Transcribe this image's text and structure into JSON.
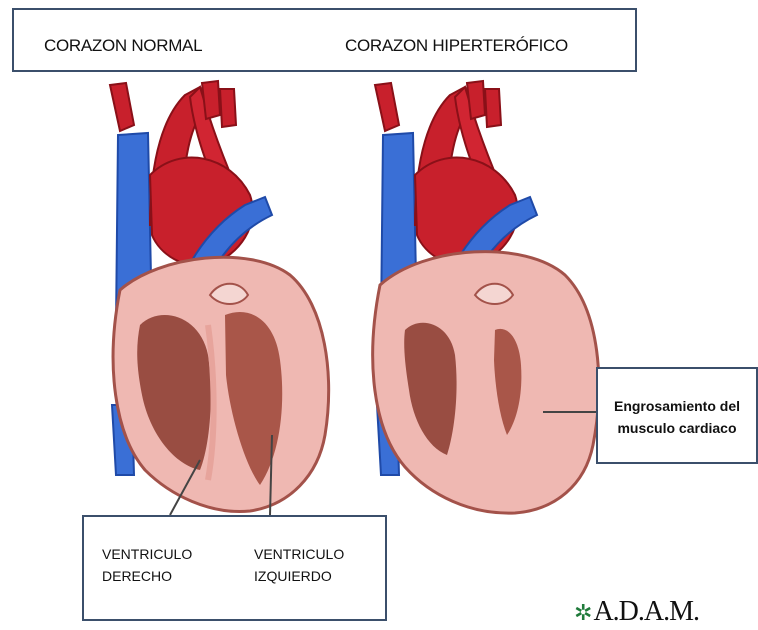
{
  "header": {
    "normal_label": "CORAZON NORMAL",
    "hypertrophic_label": "CORAZON HIPERTERÓFICO"
  },
  "callouts": {
    "thickening": "Engrosamiento del\nmusculo cardiaco",
    "right_ventricle": "VENTRICULO\nDERECHO",
    "left_ventricle": "VENTRICULO\nIZQUIERDO"
  },
  "logo": {
    "text": "A.D.A.M.",
    "icon": "adam-leaf-icon"
  },
  "colors": {
    "frame_border": "#3b4f6b",
    "vein_blue": "#3a6fd6",
    "artery_red": "#c8202c",
    "muscle_pink": "#efb8b2",
    "muscle_dark": "#8a3a2e"
  }
}
